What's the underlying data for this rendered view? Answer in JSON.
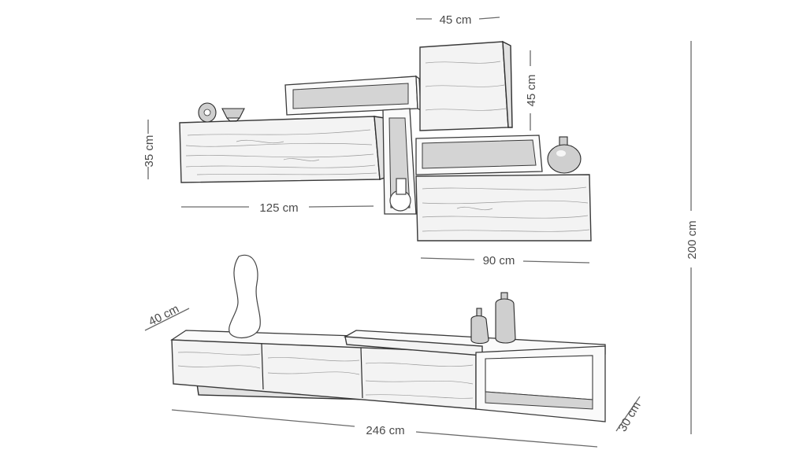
{
  "dimensions": {
    "top_cabinet_width": "45 cm",
    "top_cabinet_height": "45 cm",
    "left_cabinet_height": "35 cm",
    "left_cabinet_width": "125 cm",
    "right_cabinet_width": "90 cm",
    "total_height": "200 cm",
    "tv_unit_depth": "40 cm",
    "tv_unit_width": "246 cm",
    "tv_unit_height": "30 cm"
  }
}
